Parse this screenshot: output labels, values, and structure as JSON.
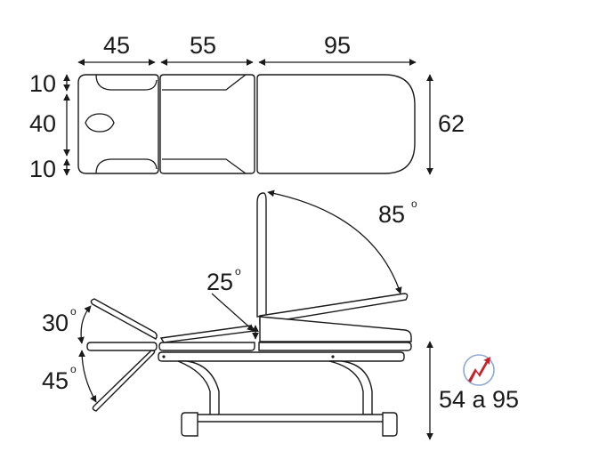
{
  "top_view": {
    "length_head": "45",
    "length_mid": "55",
    "length_back": "95",
    "width_side_top": "10",
    "width_center": "40",
    "width_side_bottom": "10",
    "width_total": "62"
  },
  "side_view": {
    "angle_backrest": {
      "value": "85",
      "unit": "o"
    },
    "angle_mid": {
      "value": "25",
      "unit": "o"
    },
    "angle_head_up": {
      "value": "30",
      "unit": "o"
    },
    "angle_head_down": {
      "value": "45",
      "unit": "o"
    },
    "height_range": "54 a 95"
  },
  "icons": {
    "electric": "electric-height-icon"
  },
  "colors": {
    "line": "#1a1a1a",
    "icon_ring": "#8fa9d4",
    "icon_arrow": "#c8202a"
  }
}
